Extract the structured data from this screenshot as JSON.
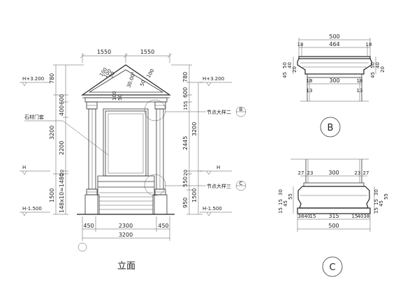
{
  "elevation": {
    "title": "立面",
    "top_dims": [
      "1550",
      "1550"
    ],
    "bottom_dims": [
      "450",
      "2300",
      "450"
    ],
    "total_width": "3200",
    "left_outer": [
      "780",
      "3200",
      "1500"
    ],
    "left_inner": [
      "600",
      "400",
      "2200",
      "20",
      "148x10=1480"
    ],
    "right_inner": [
      "780",
      "600",
      "155",
      "2445",
      "20",
      "550",
      "950"
    ],
    "right_outer": [
      "3200",
      "1500"
    ],
    "levels_left": [
      "H+3.200",
      "H",
      "H-1.500"
    ],
    "levels_right": [
      "H+3.200",
      "H",
      "H-1.500"
    ],
    "pediment_dims": [
      "100",
      "100",
      "50",
      "30.00°",
      "50",
      "100",
      "100",
      "50"
    ],
    "material_label": "石材门套",
    "callout_b": "节点大样二",
    "callout_c": "节点大样三",
    "callout_b_mark": "B",
    "callout_c_mark": "C"
  },
  "detail_b": {
    "label": "B",
    "top_total": "500",
    "top_parts": [
      "18",
      "464",
      "18"
    ],
    "mid_parts": [
      "18",
      "300",
      "18"
    ],
    "low_parts": [
      "13",
      "13"
    ],
    "left_v": [
      "45",
      "50",
      "40",
      "20"
    ],
    "right_v": [
      "45",
      "50",
      "40",
      "20"
    ]
  },
  "detail_c": {
    "label": "C",
    "top_parts": [
      "27",
      "23",
      "300",
      "23",
      "27"
    ],
    "bottom_parts": [
      "38",
      "40",
      "15",
      "315",
      "15",
      "40",
      "38"
    ],
    "bottom_total": "500",
    "left_v": [
      "15",
      "15",
      "30",
      "45",
      "55"
    ],
    "right_v": [
      "15",
      "15",
      "30",
      "45",
      "55"
    ]
  }
}
